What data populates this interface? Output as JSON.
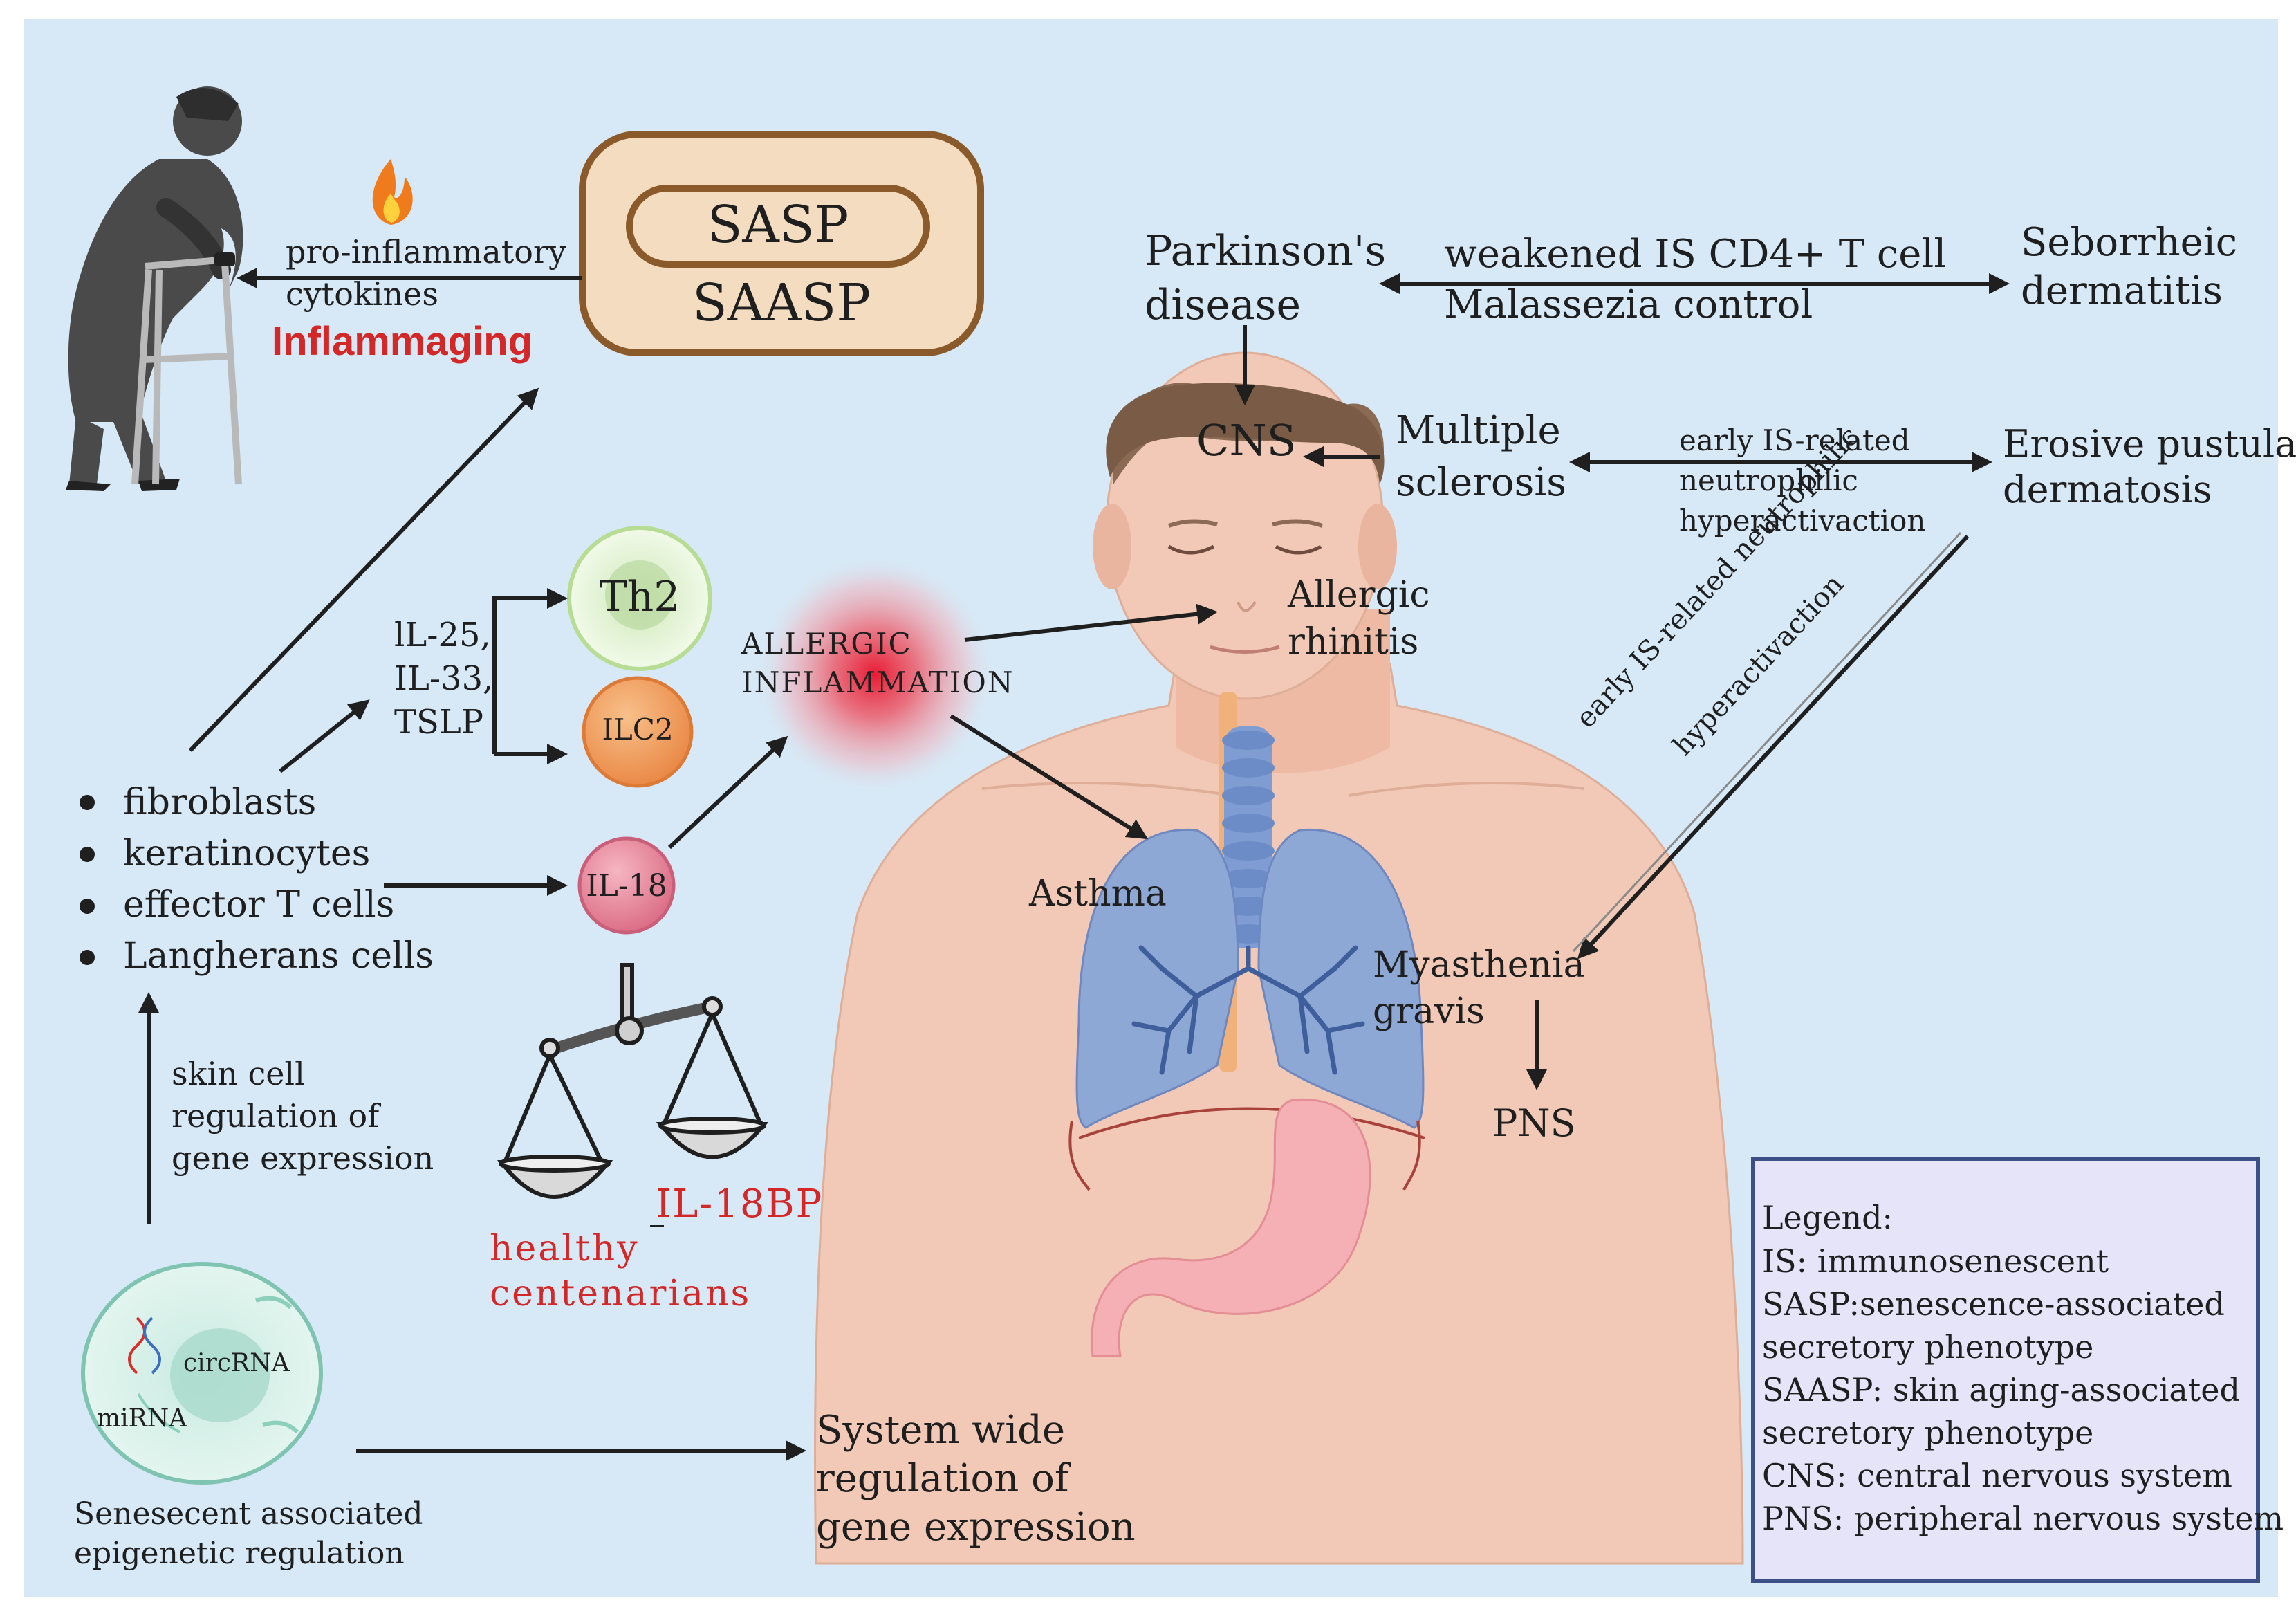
{
  "box": {
    "sasp": "SASP",
    "saasp": "SAASP"
  },
  "inflammaging": {
    "cytokines_line1": "pro-inflammatory",
    "cytokines_line2": "cytokines",
    "label": "Inflammaging"
  },
  "cells": {
    "items": [
      "fibroblasts",
      "keratinocytes",
      "effector T cells",
      "Langherans cells"
    ],
    "signals_line1": "lL-25,",
    "signals_line2": "IL-33,",
    "signals_line3": "TSLP",
    "th2": "Th2",
    "ilc2": "ILC2",
    "il18": "IL-18"
  },
  "allergic": {
    "line1": "ALLERGIC",
    "line2": "INFLAMMATION"
  },
  "scale": {
    "il18bp": "IL-18BP",
    "healthy_line1": "healthy",
    "healthy_line2": "centenarians"
  },
  "epigenetic": {
    "regulation_line1": "skin cell",
    "regulation_line2": "regulation of",
    "regulation_line3": "gene expression",
    "circrna": "circRNA",
    "mirna": "miRNA",
    "caption_line1": "Senesecent associated",
    "caption_line2": "epigenetic regulation",
    "system_line1": "System wide",
    "system_line2": "regulation of",
    "system_line3": "gene expression"
  },
  "diseases": {
    "parkinson_line1": "Parkinson's",
    "parkinson_line2": "disease",
    "weakened_line1": "weakened IS CD4+ T cell",
    "weakened_line2": "Malassezia control",
    "seborrheic_line1": "Seborrheic",
    "seborrheic_line2": "dermatitis",
    "cns": "CNS",
    "ms_line1": "Multiple",
    "ms_line2": "sclerosis",
    "early_line1": "early IS-related",
    "early_line2": "neutrophilic",
    "early_line3": "hyperactivaction",
    "erosive_line1": "Erosive pustular",
    "erosive_line2": "dermatosis",
    "rhinitis_line1": "Allergic",
    "rhinitis_line2": "rhinitis",
    "asthma": "Asthma",
    "diag_line1": "early IS-related neutrophilic",
    "diag_line2": "hyperactivaction",
    "mg_line1": "Myasthenia",
    "mg_line2": "gravis",
    "pns": "PNS"
  },
  "legend": {
    "title": "Legend:",
    "lines": [
      "IS: immunosenescent",
      "SASP:senescence-associated",
      "secretory phenotype",
      "SAASP: skin aging-associated",
      "secretory phenotype",
      "CNS: central nervous system",
      "PNS: peripheral nervous system"
    ]
  },
  "colors": {
    "background": "#d7e9f6",
    "red_text": "#d42727",
    "box_fill": "#f3dcbf",
    "box_stroke": "#8a5a2b",
    "th2": "#dff3cf",
    "ilc2": "#f4a062",
    "il18": "#e9899f",
    "legend_fill": "#e6e4f8",
    "legend_stroke": "#3d4f87",
    "skin": "#f1c9b6",
    "hair": "#8a6a52",
    "lungs": "#8ea8d6"
  }
}
